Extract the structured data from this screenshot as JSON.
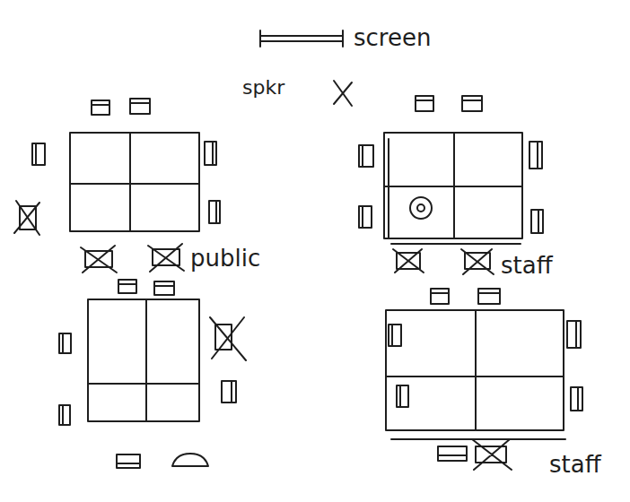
{
  "diagram": {
    "labels": [
      "screen",
      "spkr",
      "public",
      "staff",
      "staff"
    ]
  }
}
